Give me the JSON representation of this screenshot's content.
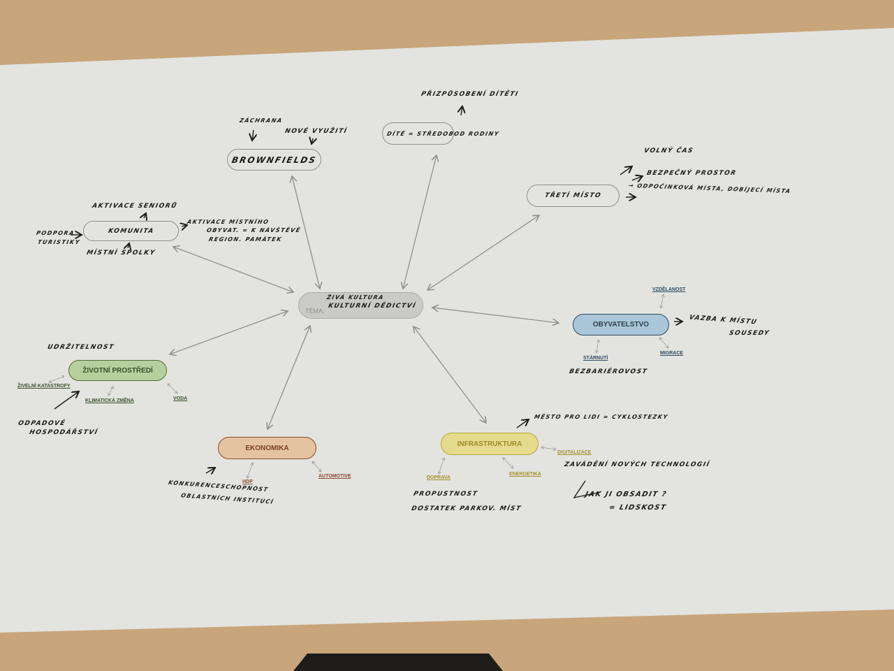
{
  "center": {
    "label": "TÉMA:",
    "line1": "ŽIVÁ KULTURA",
    "line2": "KULTURNÍ DĚDICTVÍ"
  },
  "nodes": {
    "brownfields": "BROWNFIELDS",
    "dite": "DÍTĚ = STŘEDOBOD RODINY",
    "treti_misto": "TŘETÍ MÍSTO",
    "komunita": "KOMUNITA",
    "obyvatelstvo": "OBYVATELSTVO",
    "zivotni_prostredi": "ŽIVOTNÍ PROSTŘEDÍ",
    "ekonomika": "EKONOMIKA",
    "infrastruktura": "INFRASTRUKTURA"
  },
  "subtopics": {
    "vzdelanost": "VZDĚLANOST",
    "starnuti": "STÁRNUTÍ",
    "migrace": "MIGRACE",
    "zivelni": "ŽIVELNÍ KATASTROFY",
    "klima": "KLIMATICKÁ ZMĚNA",
    "voda": "VODA",
    "hdp": "HDP",
    "automotive": "AUTOMOTIVE",
    "digitalizace": "DIGITALIZACE",
    "doprava": "DOPRAVA",
    "energetika": "ENERGETIKA"
  },
  "notes": {
    "zachrana": "ZÁCHRANA",
    "nove_vyuziti": "NOVÉ VYUŽITÍ",
    "prizpusobeni": "PŘIZPŮSOBENÍ DÍTĚTI",
    "volny_cas": "VOLNÝ ČAS",
    "bezpecny": "BEZPEČNÝ PROSTOR",
    "odpocinkova": "→ ODPOČINKOVÁ MÍSTA, DOBÍJECÍ MÍSTA",
    "aktivace_senioru": "AKTIVACE SENIORŮ",
    "aktivace_mistniho_1": "AKTIVACE MÍSTNÍHO",
    "aktivace_mistniho_2": "OBYVAT. = K NÁVŠTĚVĚ",
    "aktivace_mistniho_3": "REGION. PAMÁTEK",
    "podpora_1": "PODPORA",
    "podpora_2": "TURISTIKY",
    "mistni_spolky": "MÍSTNÍ SPOLKY",
    "vazba_1": "VAZBA K MÍSTU",
    "vazba_2": "SOUSEDY",
    "bezbarierovost": "BEZBARIÉROVOST",
    "udrzitelnost": "UDRŽITELNOST",
    "odpadove_1": "ODPADOVÉ",
    "odpadove_2": "HOSPODÁŘSTVÍ",
    "konkurence_1": "KONKURENCESCHOPNOST",
    "konkurence_2": "OBLASTNÍCH INSTITUCÍ",
    "mesto_pro_lidi": "MĚSTO PRO LIDI = CYKLOSTEZKY",
    "zavadeni": "ZAVÁDĚNÍ NOVÝCH TECHNOLOGIÍ",
    "jak_vyuzit": "JAK JI OBSADIT ?",
    "lidskost": "= LIDSKOST",
    "propustnost": "PROPUSTNOST",
    "dostatek": "DOSTATEK PARKOV. MÍST"
  },
  "colors": {
    "wood": "#c9a57c",
    "paper": "#e3e4e0",
    "center_fill": "#cacbc7",
    "obyvatelstvo": "#a9c7d8",
    "zivotni": "#b7cf9d",
    "ekonomika": "#e5c3a2",
    "infrastruktura": "#e6db8c"
  }
}
